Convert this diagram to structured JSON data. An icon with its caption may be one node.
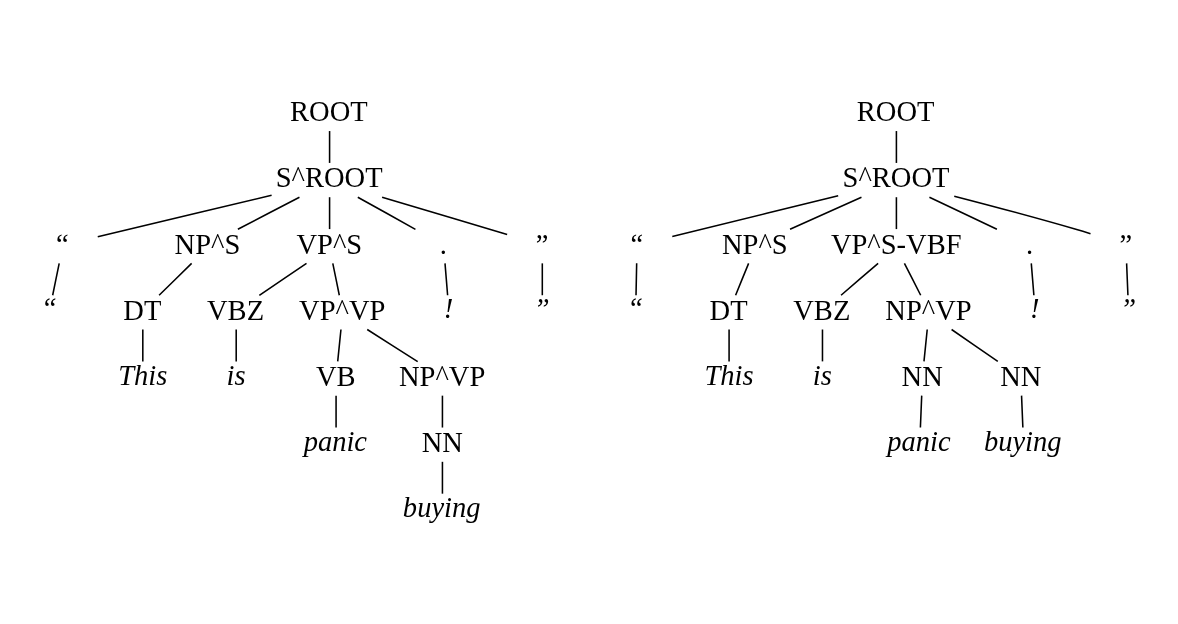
{
  "diagram": {
    "nodes": [
      {
        "text": [
          "ROOT"
        ]
      },
      {
        "text": [
          "S^ROOT"
        ]
      },
      {
        "text": [
          "“"
        ]
      },
      {
        "text": [
          "NP^S"
        ]
      },
      {
        "text": [
          "VP^S"
        ]
      },
      {
        "text": [
          "."
        ]
      },
      {
        "text": [
          "”"
        ]
      },
      {
        "text": [
          "“"
        ]
      },
      {
        "text": [
          "DT"
        ]
      },
      {
        "text": [
          "VBZ"
        ]
      },
      {
        "text": [
          "VP^VP"
        ]
      },
      {
        "text": [
          "!"
        ]
      },
      {
        "text": [
          "”"
        ]
      },
      {
        "text": [
          "This"
        ]
      },
      {
        "text": [
          "is"
        ]
      },
      {
        "text": [
          "VB"
        ]
      },
      {
        "text": [
          "NP^VP"
        ]
      },
      {
        "text": [
          "panic"
        ]
      },
      {
        "text": [
          "NN"
        ]
      },
      {
        "text": [
          "buying"
        ]
      },
      {
        "text": [
          "ROOT"
        ]
      },
      {
        "text": [
          "S^ROOT"
        ]
      },
      {
        "text": [
          "“"
        ]
      },
      {
        "text": [
          "NP^S"
        ]
      },
      {
        "text": [
          "VP^S-VBF"
        ]
      },
      {
        "text": [
          "."
        ]
      },
      {
        "text": [
          "”"
        ]
      },
      {
        "text": [
          "“"
        ]
      },
      {
        "text": [
          "DT"
        ]
      },
      {
        "text": [
          "VBZ"
        ]
      },
      {
        "text": [
          "NP^VP"
        ]
      },
      {
        "text": [
          "!"
        ]
      },
      {
        "text": [
          "”"
        ]
      },
      {
        "text": [
          "This"
        ]
      },
      {
        "text": [
          "is"
        ]
      },
      {
        "text": [
          "NN"
        ]
      },
      {
        "text": [
          "NN"
        ]
      },
      {
        "text": [
          "panic"
        ]
      },
      {
        "text": [
          "buying"
        ]
      }
    ],
    "edges": [
      {
        "from": 0,
        "to": 1,
        "arrow": "none"
      },
      {
        "from": 1,
        "to": 2,
        "arrow": "none"
      },
      {
        "from": 1,
        "to": 3,
        "arrow": "none"
      },
      {
        "from": 1,
        "to": 4,
        "arrow": "none"
      },
      {
        "from": 1,
        "to": 5,
        "arrow": "none"
      },
      {
        "from": 1,
        "to": 6,
        "arrow": "none"
      },
      {
        "from": 2,
        "to": 7,
        "arrow": "none"
      },
      {
        "from": 3,
        "to": 8,
        "arrow": "none"
      },
      {
        "from": 4,
        "to": 9,
        "arrow": "none"
      },
      {
        "from": 4,
        "to": 10,
        "arrow": "none"
      },
      {
        "from": 5,
        "to": 11,
        "arrow": "none"
      },
      {
        "from": 6,
        "to": 12,
        "arrow": "none"
      },
      {
        "from": 8,
        "to": 13,
        "arrow": "none"
      },
      {
        "from": 9,
        "to": 14,
        "arrow": "none"
      },
      {
        "from": 10,
        "to": 15,
        "arrow": "none"
      },
      {
        "from": 10,
        "to": 16,
        "arrow": "none"
      },
      {
        "from": 15,
        "to": 17,
        "arrow": "none"
      },
      {
        "from": 16,
        "to": 18,
        "arrow": "none"
      },
      {
        "from": 18,
        "to": 19,
        "arrow": "none"
      },
      {
        "from": 20,
        "to": 21,
        "arrow": "none"
      },
      {
        "from": 21,
        "to": 22,
        "arrow": "none"
      },
      {
        "from": 21,
        "to": 23,
        "arrow": "none"
      },
      {
        "from": 21,
        "to": 24,
        "arrow": "none"
      },
      {
        "from": 21,
        "to": 25,
        "arrow": "none"
      },
      {
        "from": 21,
        "to": 26,
        "arrow": "none"
      },
      {
        "from": 22,
        "to": 27,
        "arrow": "none"
      },
      {
        "from": 23,
        "to": 28,
        "arrow": "none"
      },
      {
        "from": 24,
        "to": 29,
        "arrow": "none"
      },
      {
        "from": 24,
        "to": 30,
        "arrow": "none"
      },
      {
        "from": 25,
        "to": 31,
        "arrow": "none"
      },
      {
        "from": 26,
        "to": 32,
        "arrow": "none"
      },
      {
        "from": 28,
        "to": 33,
        "arrow": "none"
      },
      {
        "from": 29,
        "to": 34,
        "arrow": "none"
      },
      {
        "from": 30,
        "to": 35,
        "arrow": "none"
      },
      {
        "from": 30,
        "to": 36,
        "arrow": "none"
      },
      {
        "from": 35,
        "to": 37,
        "arrow": "none"
      },
      {
        "from": 36,
        "to": 38,
        "arrow": "none"
      }
    ]
  }
}
